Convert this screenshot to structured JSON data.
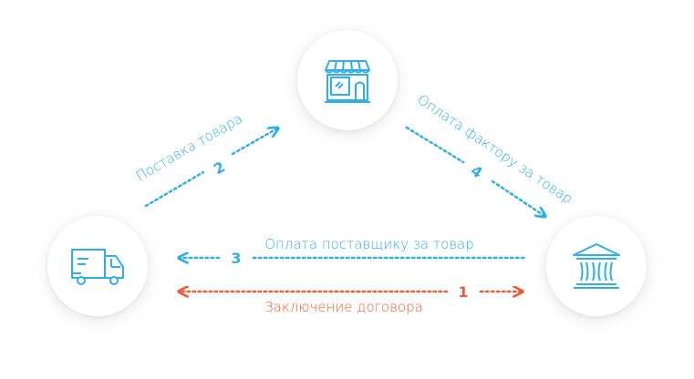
{
  "colors": {
    "blue": "#33aee0",
    "red": "#e8603a"
  },
  "nodes": {
    "shop": {
      "icon": "shop-icon"
    },
    "supplier": {
      "icon": "truck-icon"
    },
    "bank": {
      "icon": "bank-icon"
    }
  },
  "flows": [
    {
      "step": "1",
      "label": "Заключение договора"
    },
    {
      "step": "2",
      "label": "Поставка товара"
    },
    {
      "step": "3",
      "label": "Оплата поставщику за товар"
    },
    {
      "step": "4",
      "label": "Оплата фактору за товар"
    }
  ]
}
